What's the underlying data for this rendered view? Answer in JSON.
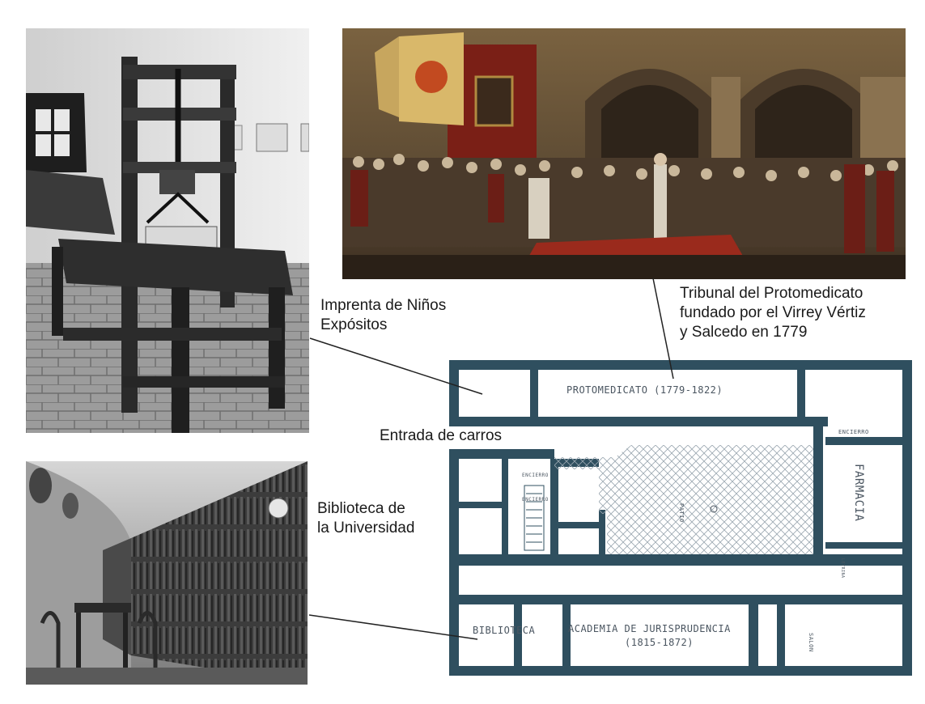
{
  "captions": {
    "imprenta_line1": "Imprenta de Niños",
    "imprenta_line2": "Expósitos",
    "tribunal_line1": "Tribunal del Protomedicato",
    "tribunal_line2": "fundado por el Virrey Vértiz",
    "tribunal_line3": "y Salcedo en 1779",
    "entrada": "Entrada de carros",
    "biblioteca_line1": "Biblioteca de",
    "biblioteca_line2": "la Universidad"
  },
  "plan": {
    "protomedicato": "PROTOMEDICATO (1779-1822)",
    "farmacia": "FARMACIA",
    "encierro_right": "ENCIERRO",
    "encierro_left": "ENCIERRO",
    "encierro_left2": "ENCIERRO",
    "biblioteca": "BIBLIOTECA",
    "academia_line1": "ACADEMIA DE JURISPRUDENCIA",
    "academia_line2": "(1815-1872)",
    "patio": "PATIO",
    "salon": "SALON",
    "letrina": "LETRINA"
  },
  "colors": {
    "wall": "#2f4f5f",
    "hatch": "#9aa7b0",
    "label": "#4a5560",
    "leader": "#222222"
  },
  "icons": {
    "printing_press_photo": "printing-press-photo",
    "painting": "tribunal-painting",
    "library_photo": "library-photo",
    "floor_plan": "floor-plan"
  }
}
